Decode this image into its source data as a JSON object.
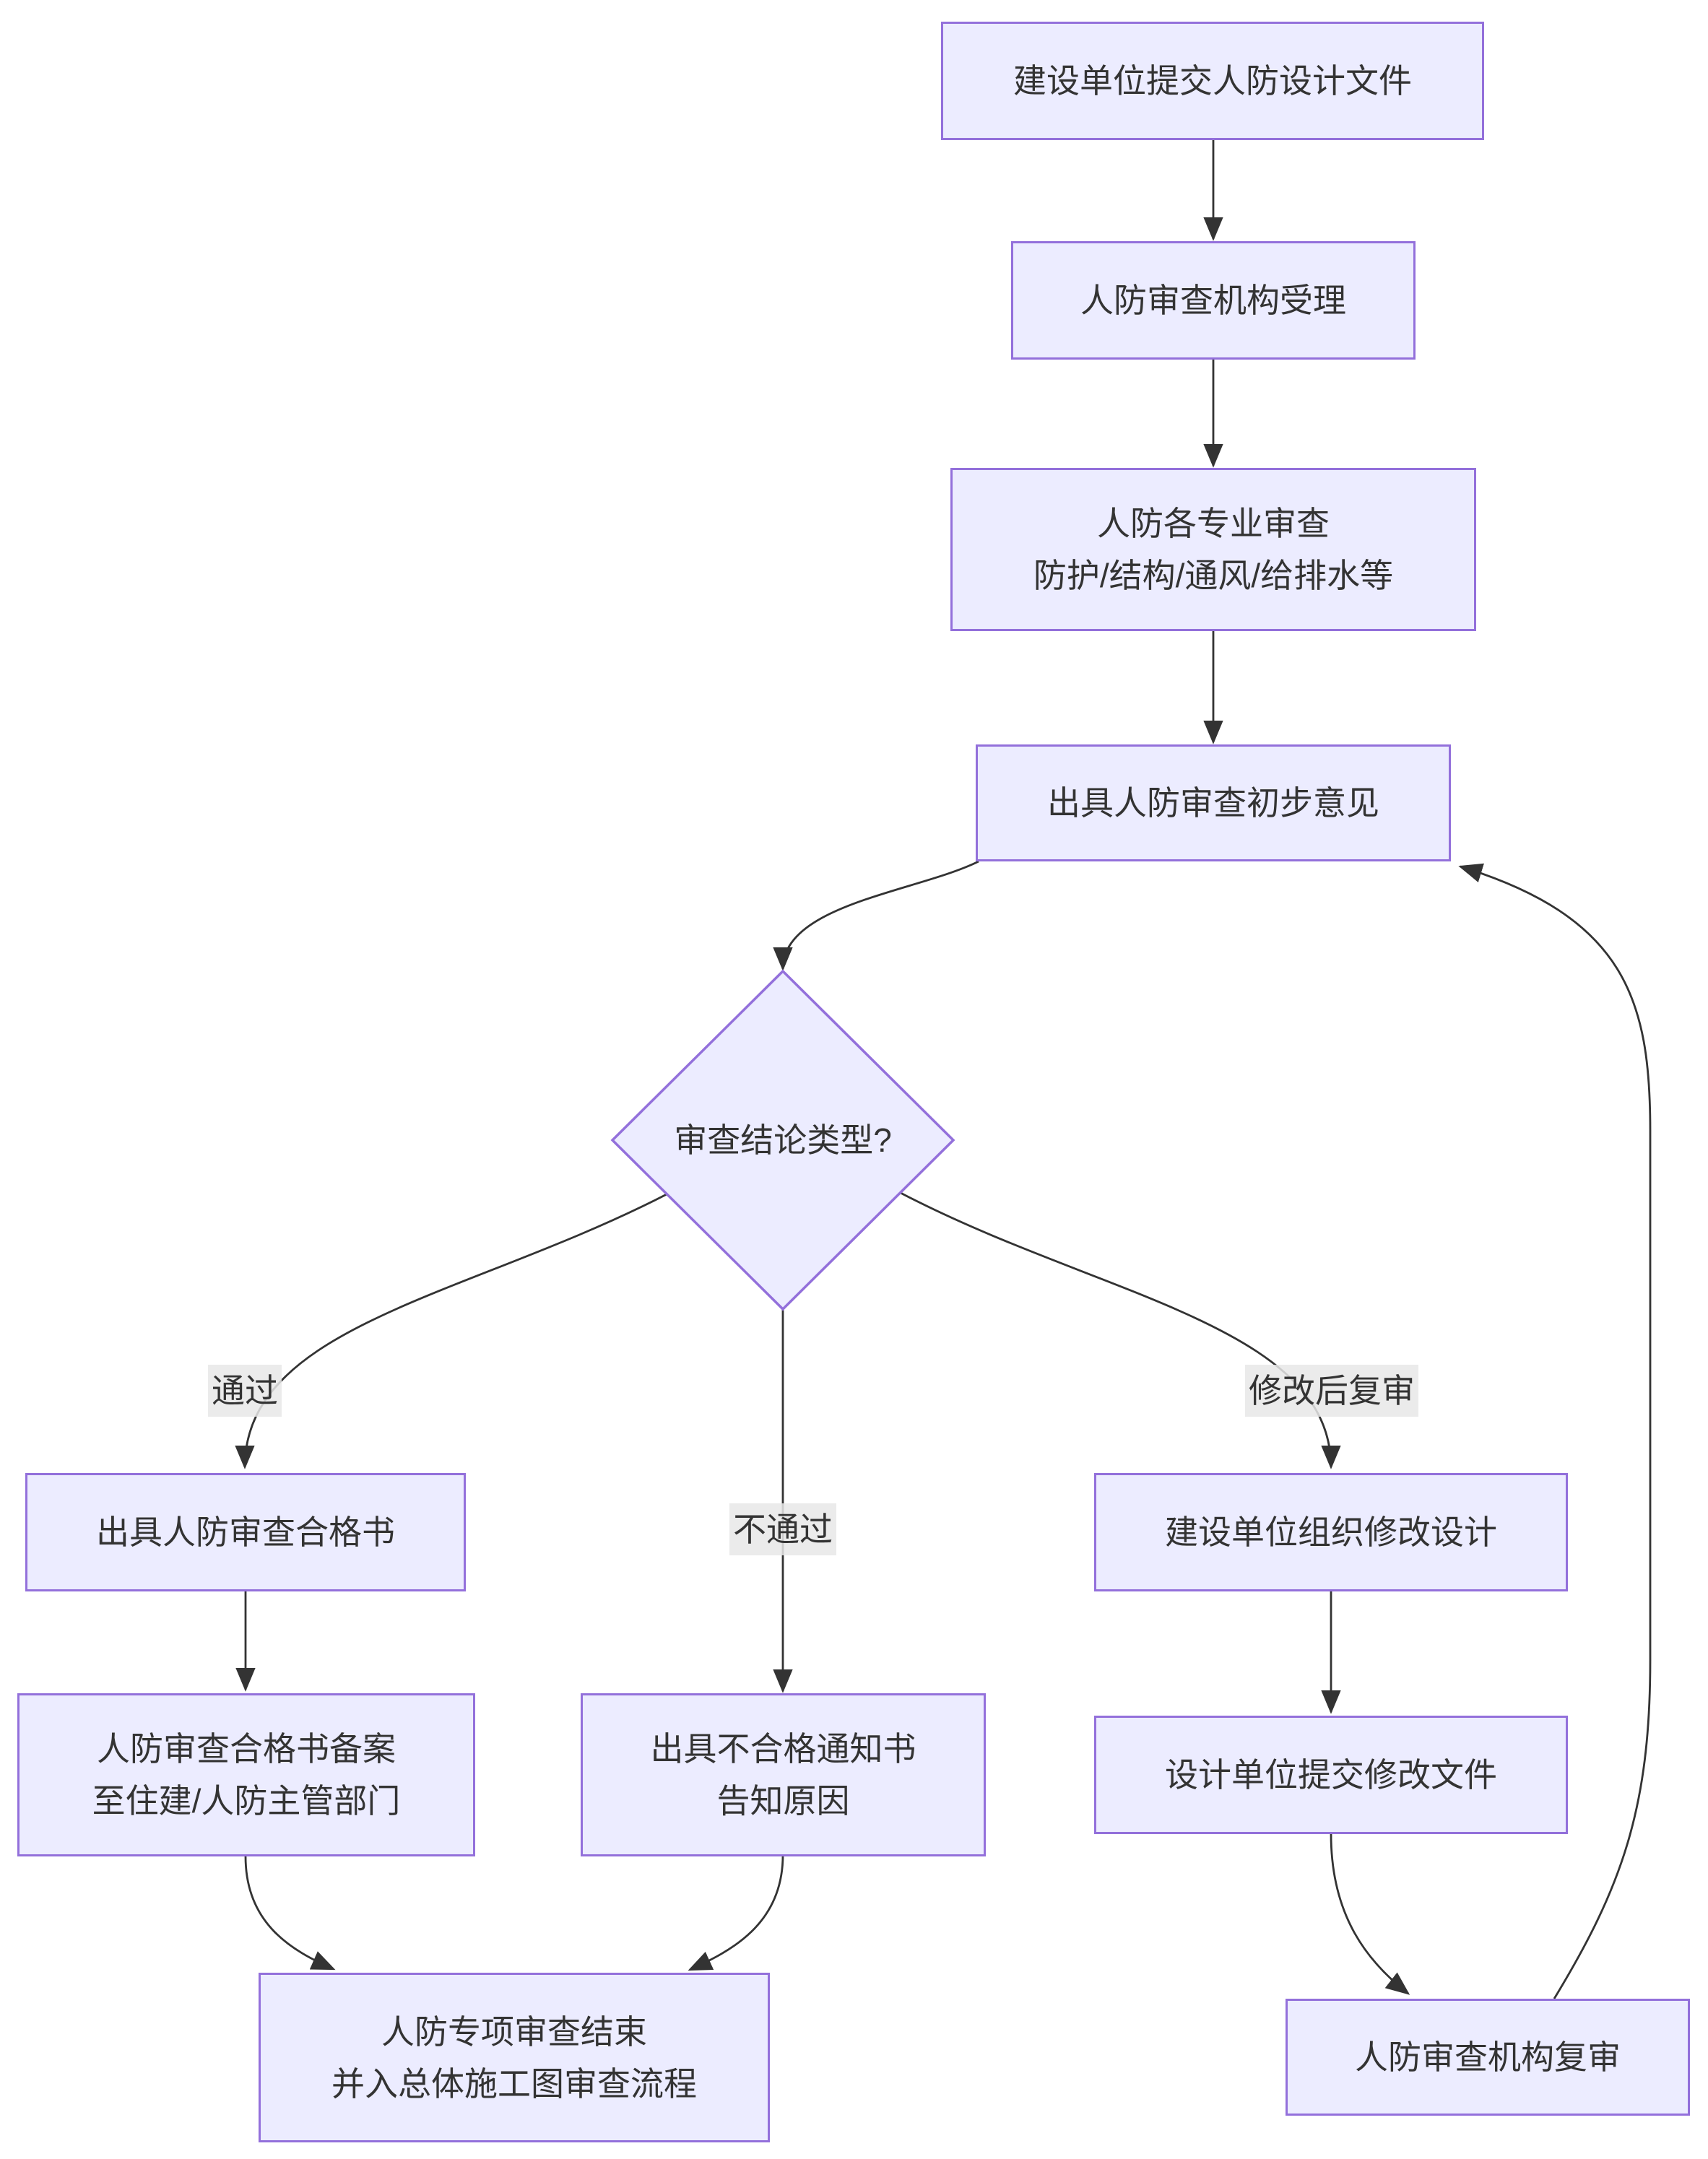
{
  "theme": {
    "background": "#ffffff",
    "node_fill": "#ECECFF",
    "node_border": "#9370DB",
    "text_color": "#333333",
    "edge_color": "#333333",
    "edge_label_bg": "#e8e8e8"
  },
  "nodes": {
    "submit": {
      "label": "建设单位提交人防设计文件"
    },
    "accept": {
      "label": "人防审查机构受理"
    },
    "review": {
      "line1": "人防各专业审查",
      "line2": "防护/结构/通风/给排水等"
    },
    "preliminary": {
      "label": "出具人防审查初步意见"
    },
    "decision": {
      "label": "审查结论类型?"
    },
    "pass_cert": {
      "label": "出具人防审查合格书"
    },
    "filing": {
      "line1": "人防审查合格书备案",
      "line2": "至住建/人防主管部门"
    },
    "fail_notice": {
      "line1": "出具不合格通知书",
      "line2": "告知原因"
    },
    "org_revise": {
      "label": "建设单位组织修改设计"
    },
    "submit_revised": {
      "label": "设计单位提交修改文件"
    },
    "end": {
      "line1": "人防专项审查结束",
      "line2": "并入总体施工图审查流程"
    },
    "recheck": {
      "label": "人防审查机构复审"
    }
  },
  "edge_labels": {
    "pass": "通过",
    "fail": "不通过",
    "revise": "修改后复审"
  }
}
